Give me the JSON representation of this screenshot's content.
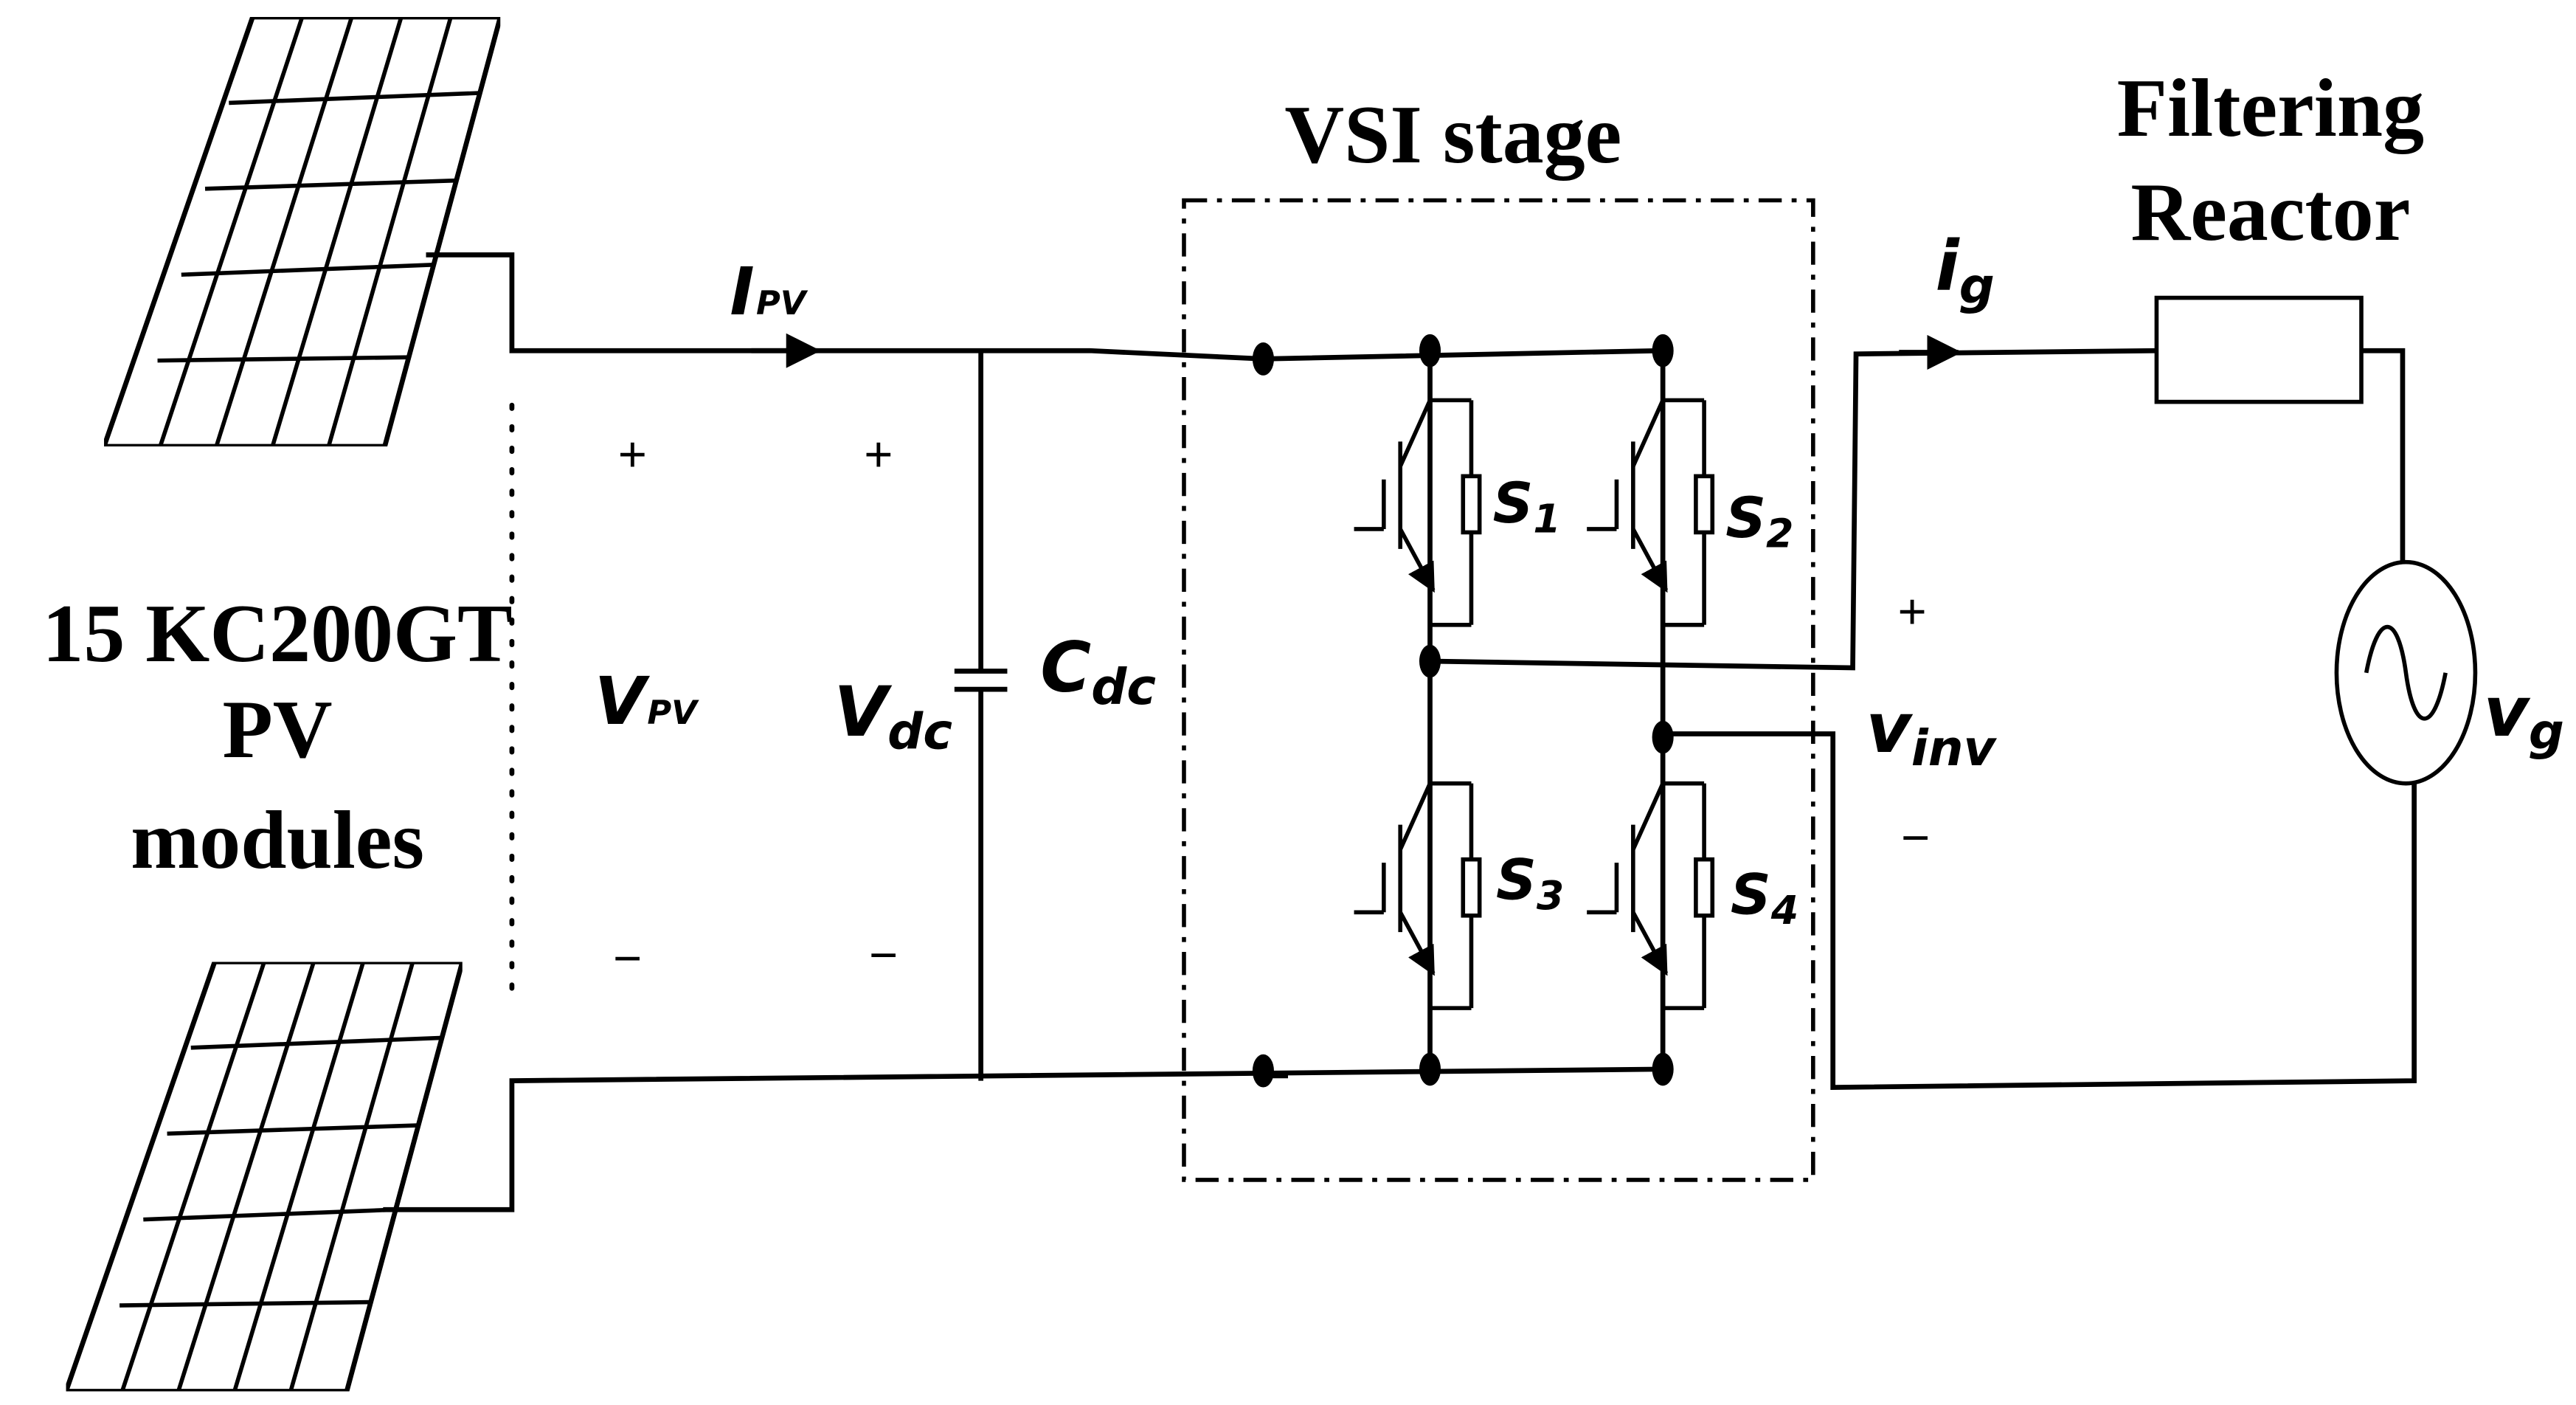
{
  "title": "VSI stage",
  "filter_label": [
    "Filtering",
    "Reactor"
  ],
  "pv_label": [
    "15 KC200GT",
    "PV",
    "modules"
  ],
  "quantities": {
    "ipv": {
      "main": "I",
      "sub": "PV"
    },
    "vpv": {
      "main": "V",
      "sub": "PV"
    },
    "vdc": {
      "main": "V",
      "sub": "dc"
    },
    "cdc": {
      "main": "C",
      "sub": "dc"
    },
    "ig": {
      "main": "i",
      "sub": "g"
    },
    "vinv": {
      "main": "v",
      "sub": "inv"
    },
    "vg": {
      "main": "v",
      "sub": "g"
    }
  },
  "switches": [
    {
      "main": "S",
      "sub": "1"
    },
    {
      "main": "S",
      "sub": "2"
    },
    {
      "main": "S",
      "sub": "3"
    },
    {
      "main": "S",
      "sub": "4"
    }
  ],
  "polarity": {
    "plus": "+",
    "minus": "−"
  }
}
